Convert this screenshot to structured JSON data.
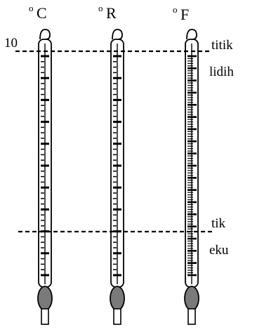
{
  "scales": [
    {
      "unit": "oC",
      "sup": "o",
      "letter": "C"
    },
    {
      "unit": "oR",
      "sup": "o",
      "letter": "R"
    },
    {
      "unit": "oF",
      "sup": "o",
      "letter": "F"
    }
  ],
  "labels": {
    "upper_value": "10",
    "upper_line1": "titik",
    "upper_line2": "lidih",
    "lower_line1": "tik",
    "lower_line2": "eku"
  },
  "colors": {
    "ink": "#000000",
    "bulb": "#7a7a7a",
    "tube": "#ffffff"
  }
}
